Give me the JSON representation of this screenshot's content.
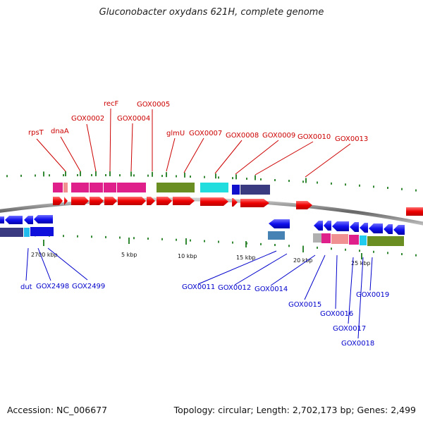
{
  "title": "Gluconobacter oxydans 621H, complete genome",
  "footer": {
    "accession": "Accession: NC_006677",
    "summary": "Topology: circular; Length: 2,702,173 bp; Genes: 2,499"
  },
  "colors": {
    "forward_label": "#cc0000",
    "reverse_label": "#0000cc",
    "cds_forward": "#ff0000",
    "cds_reverse": "#0000ff",
    "backbone": "#888888",
    "tick": "#338833"
  },
  "ticks": [
    {
      "label": "2700 kbp"
    },
    {
      "label": "5 kbp"
    },
    {
      "label": "10 kbp"
    },
    {
      "label": "15 kbp"
    },
    {
      "label": "20 kbp"
    },
    {
      "label": "25 kbp"
    }
  ],
  "forward_genes": [
    {
      "label": "rpsT"
    },
    {
      "label": "dnaA"
    },
    {
      "label": "GOX0002"
    },
    {
      "label": "recF"
    },
    {
      "label": "GOX0004"
    },
    {
      "label": "GOX0005"
    },
    {
      "label": "glmU"
    },
    {
      "label": "GOX0007"
    },
    {
      "label": "GOX0008"
    },
    {
      "label": "GOX0009"
    },
    {
      "label": "GOX0010"
    },
    {
      "label": "GOX0013"
    }
  ],
  "reverse_genes": [
    {
      "label": "dut"
    },
    {
      "label": "GOX2498"
    },
    {
      "label": "GOX2499"
    },
    {
      "label": "GOX0011"
    },
    {
      "label": "GOX0012"
    },
    {
      "label": "GOX0014"
    },
    {
      "label": "GOX0015"
    },
    {
      "label": "GOX0016"
    },
    {
      "label": "GOX0017"
    },
    {
      "label": "GOX0018"
    },
    {
      "label": "GOX0019"
    }
  ]
}
